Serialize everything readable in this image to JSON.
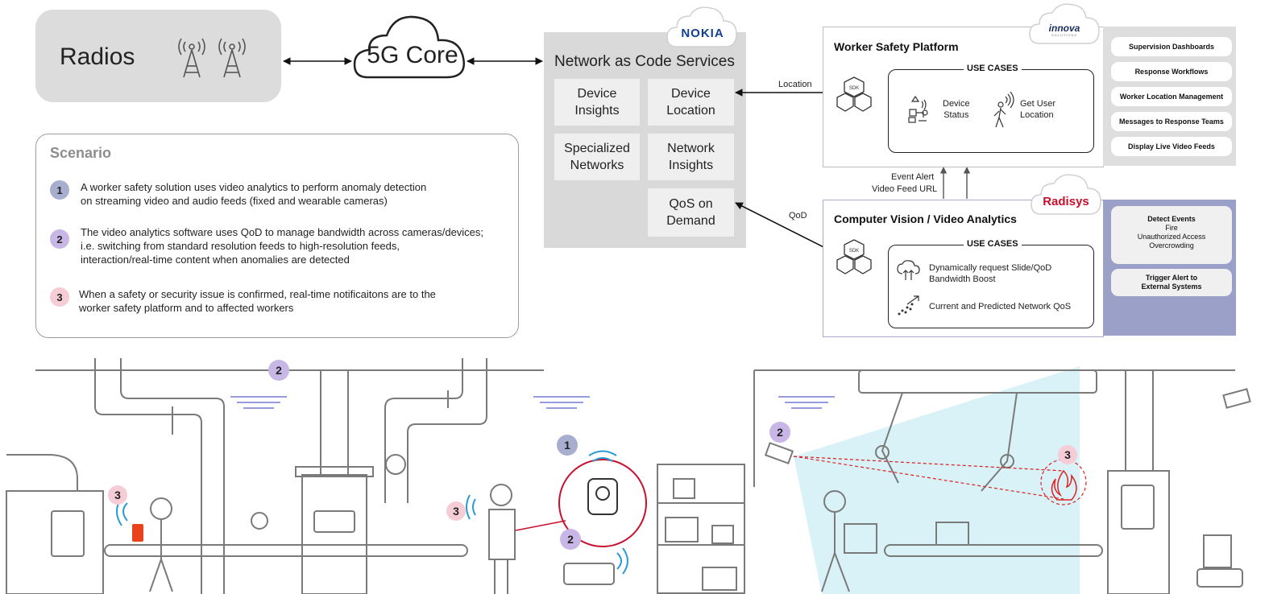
{
  "radios": {
    "label": "Radios"
  },
  "core": {
    "label": "5G Core"
  },
  "nac": {
    "vendor": "NOKIA",
    "title": "Network as Code Services",
    "tiles": [
      "Device Insights",
      "Device Location",
      "Specialized Networks",
      "Network Insights",
      "QoS on Demand"
    ]
  },
  "scenario": {
    "title": "Scenario",
    "steps": [
      {
        "number": "1",
        "lines": [
          "A worker safety solution uses video analytics to perform anomaly detection",
          "on streaming video and audio feeds (fixed and wearable cameras)"
        ]
      },
      {
        "number": "2",
        "lines": [
          "The video analytics software uses QoD to manage bandwidth across cameras/devices;",
          "i.e. switching from standard resolution feeds to high-resolution feeds,",
          "interaction/real-time content when anomalies are detected"
        ]
      },
      {
        "number": "3",
        "lines": [
          "When a safety or security issue is confirmed, real-time notificaitons are to the",
          "worker safety platform and to affected workers"
        ]
      }
    ]
  },
  "connectors": {
    "location": "Location",
    "event_alert": "Event Alert",
    "video_feed_url": "Video Feed URL",
    "qod": "QoD",
    "sdk": "SDK"
  },
  "worker_safety": {
    "vendor": "innova",
    "vendor_sub": "SOLUTIONS",
    "title": "Worker Safety Platform",
    "use_cases_label": "USE CASES",
    "use_cases": [
      {
        "icon": "device-status-icon",
        "lines": [
          "Device",
          "Status"
        ]
      },
      {
        "icon": "get-user-location-icon",
        "lines": [
          "Get User",
          "Location"
        ]
      }
    ],
    "features": [
      "Supervision Dashboards",
      "Response Workflows",
      "Worker Location Management",
      "Messages to Response Teams",
      "Display Live Video Feeds"
    ]
  },
  "computer_vision": {
    "vendor": "Radisys",
    "title": "Computer Vision / Video Analytics",
    "use_cases_label": "USE CASES",
    "use_cases": [
      {
        "icon": "bandwidth-boost-icon",
        "lines": [
          "Dynamically request Slide/QoD",
          "Bandwidth Boost"
        ]
      },
      {
        "icon": "network-qos-icon",
        "lines": [
          "Current and Predicted Network QoS"
        ]
      }
    ],
    "detect": {
      "title": "Detect Events",
      "items": [
        "Fire",
        "Unauthorized Access",
        "Overcrowding"
      ]
    },
    "trigger": {
      "lines": [
        "Trigger Alert to",
        "External Systems"
      ]
    }
  },
  "scene_markers": [
    "2",
    "1",
    "3",
    "3",
    "2",
    "2",
    "3"
  ],
  "colors": {
    "radios_bg": "#dcdcdc",
    "nac_bg": "#d9d9d9",
    "badge_1": "#a8aed0",
    "badge_2": "#c7b6e6",
    "badge_3": "#f6cdd6",
    "cv_side": "#9ba0c9",
    "alert_red": "#d22",
    "camera_light": "#cfeff6"
  }
}
